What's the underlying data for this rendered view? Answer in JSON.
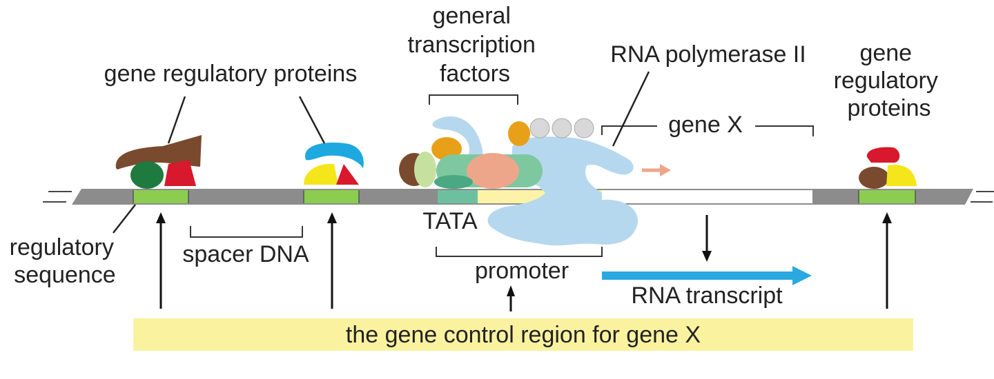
{
  "labels": {
    "gene_regulatory_proteins_left": "gene regulatory proteins",
    "general_transcription_factors": [
      "general",
      "transcription",
      "factors"
    ],
    "rna_polymerase": "RNA polymerase II",
    "gene_regulatory_proteins_right": [
      "gene",
      "regulatory",
      "proteins"
    ],
    "gene_x": "gene X",
    "regulatory_sequence": [
      "regulatory",
      "sequence"
    ],
    "spacer_dna": "spacer DNA",
    "tata": "TATA",
    "promoter": "promoter",
    "rna_transcript": "RNA transcript",
    "control_region": "the gene control region for gene X"
  },
  "colors": {
    "dna_gray": "#8c8c8c",
    "regulatory_seq_green": "#8ccc50",
    "promoter_yellow": "#fcf3a8",
    "tata_teal": "#6cc0a0",
    "polymerase_blue": "#b6d8ee",
    "transcript_arrow": "#2aa8e0",
    "control_bar": "#fbf2a0",
    "brown": "#7a4a2e",
    "dark_green": "#1e7a3e",
    "red": "#d8182c",
    "yellow": "#f4e61a",
    "cyan": "#1ea8e0",
    "orange": "#e8a018",
    "light_green": "#c6e0a0",
    "green_factor": "#7ec8a0",
    "salmon": "#eea68a",
    "gray_circle": "#d8d8d8"
  }
}
